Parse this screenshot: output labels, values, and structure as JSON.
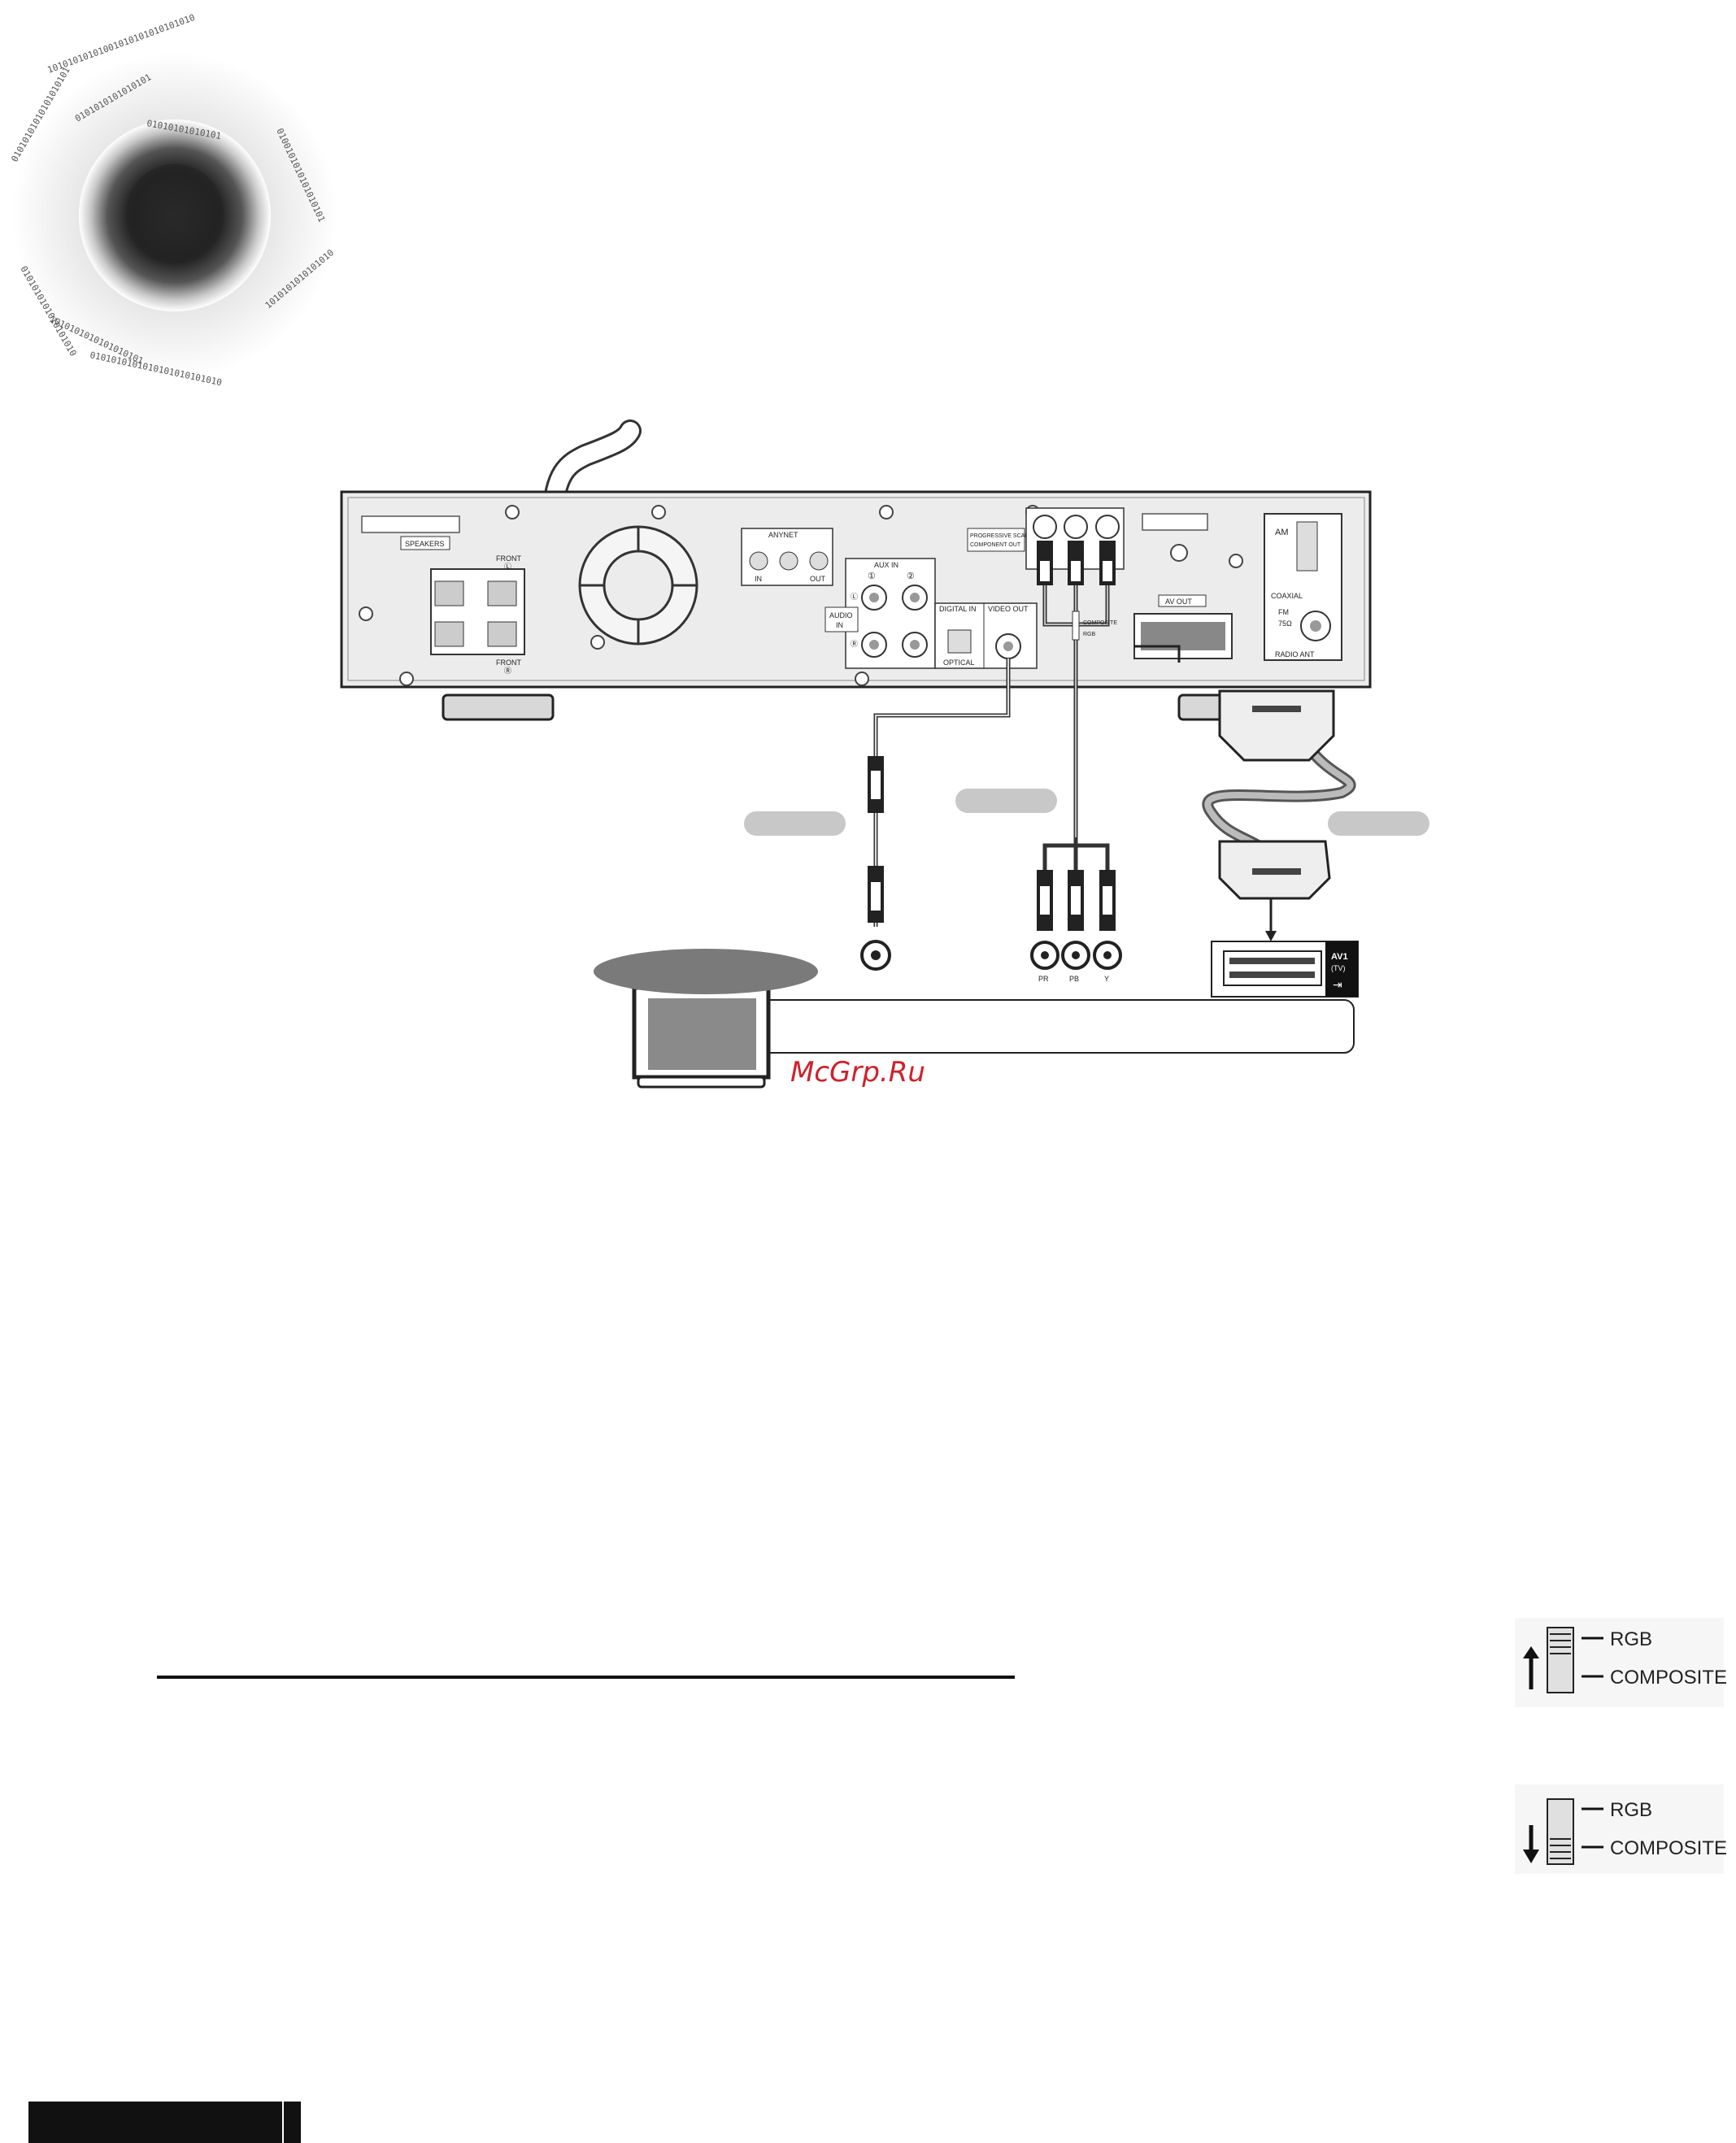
{
  "speakers": {
    "title": "SPEAKERS",
    "front_l": "FRONT",
    "front_l_mark": "Ⓛ",
    "front_r": "FRONT",
    "front_r_mark": "Ⓡ"
  },
  "anynet": {
    "title": "ANYNET",
    "in": "IN",
    "out": "OUT"
  },
  "aux_in": {
    "title": "AUX IN",
    "one": "①",
    "two": "②",
    "audio_in_1": "AUDIO",
    "audio_in_2": "IN",
    "left": "Ⓛ",
    "right": "Ⓡ"
  },
  "digital_in": {
    "title": "DIGITAL IN",
    "optical": "OPTICAL"
  },
  "video_out": {
    "title": "VIDEO OUT"
  },
  "component": {
    "line1": "PROGRESSIVE SCAN",
    "line2": "COMPONENT OUT",
    "composite": "COMPOSITE",
    "rgb": "RGB"
  },
  "av_out": {
    "title": "AV OUT"
  },
  "radio": {
    "am": "AM",
    "coaxial": "COAXIAL",
    "fm": "FM",
    "ohm": "75Ω",
    "title": "RADIO ANT"
  },
  "tv_inputs": {
    "pr": "PR",
    "pb": "PB",
    "y": "Y",
    "av1": "AV1",
    "tv": "(TV)"
  },
  "watermark": "McGrp.Ru",
  "switch": {
    "rgb_top": "RGB",
    "composite_top": "COMPOSITE",
    "rgb_bottom": "RGB",
    "composite_bottom": "COMPOSITE"
  }
}
